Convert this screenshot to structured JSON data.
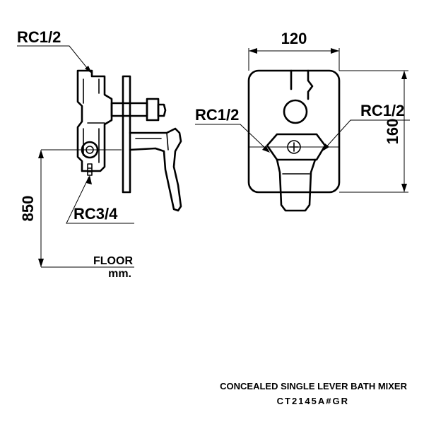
{
  "labels": {
    "side_top_thread": "RC1/2",
    "side_bottom_thread": "RC3/4",
    "height_dim": "850",
    "floor_line1": "FLOOR",
    "floor_line2": "mm.",
    "front_width_dim": "120",
    "front_height_dim": "160",
    "front_left_thread": "RC1/2",
    "front_right_thread": "RC1/2"
  },
  "product": {
    "name": "CONCEALED SINGLE LEVER BATH MIXER",
    "code": "CT2145A#GR"
  }
}
